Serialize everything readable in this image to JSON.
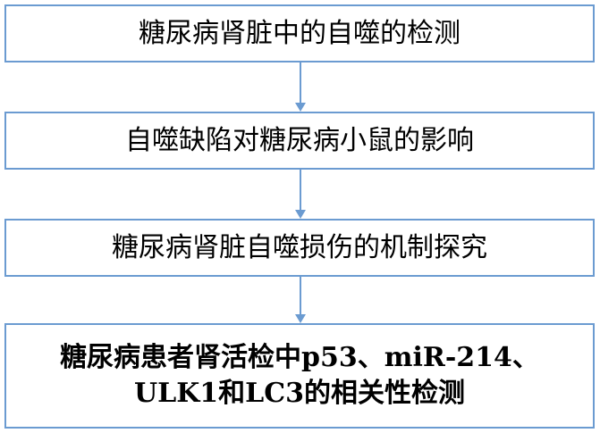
{
  "steps": [
    {
      "text": "糖尿病肾脏中的自噬的检测"
    },
    {
      "text": "自噬缺陷对糖尿病小鼠的影响"
    },
    {
      "text": "糖尿病肾脏自噬损伤的机制探究"
    },
    {
      "line1": "糖尿病患者肾活检中p53、miR-214、",
      "line2": "ULK1和LC3的相关性检测"
    }
  ],
  "colors": {
    "border": "#6b9bd1",
    "arrow": "#6b9bd1",
    "text": "#000000"
  }
}
